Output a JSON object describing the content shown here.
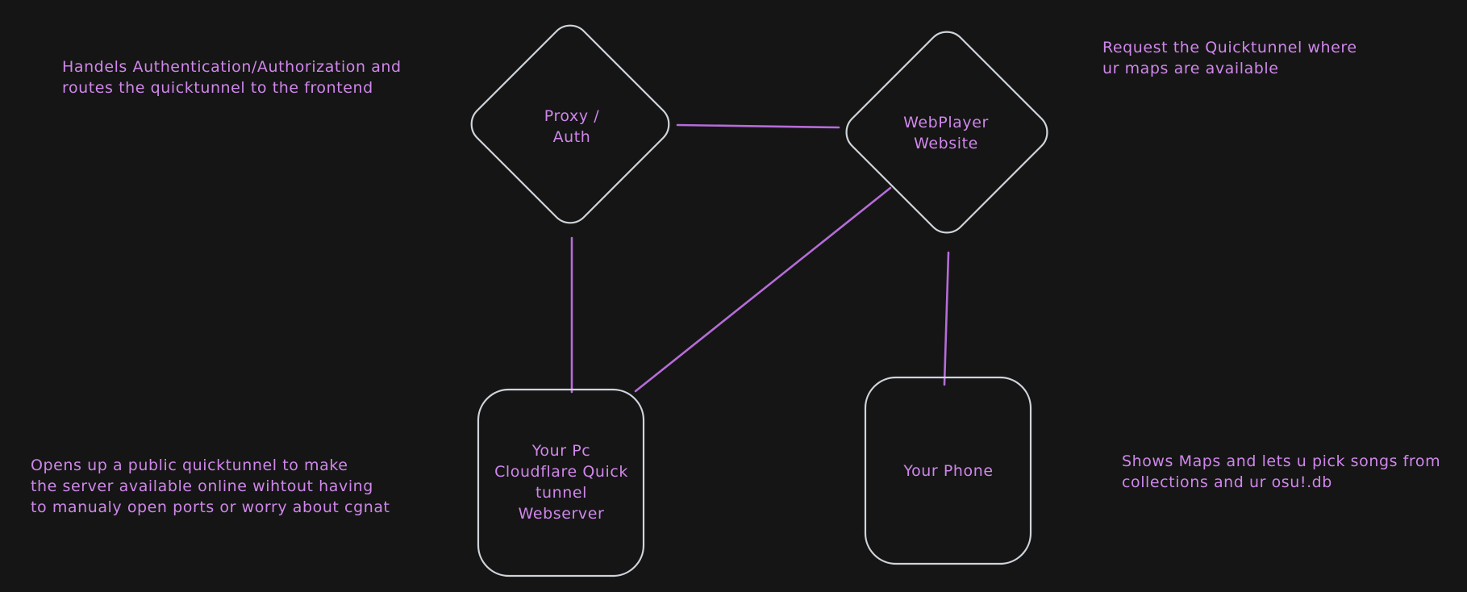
{
  "colors": {
    "background": "#151515",
    "shape_stroke": "#ced4da",
    "text": "#cf87ea",
    "connector": "#b66cd8"
  },
  "nodes": {
    "proxy_auth": {
      "shape": "diamond",
      "label_lines": [
        "Proxy /",
        "Auth"
      ]
    },
    "webplayer_website": {
      "shape": "diamond",
      "label_lines": [
        "WebPlayer",
        "Website"
      ]
    },
    "your_pc_webserver": {
      "shape": "rounded-rectangle",
      "label_lines": [
        "Your Pc",
        "Cloudflare Quick",
        "tunnel",
        "Webserver"
      ]
    },
    "your_phone": {
      "shape": "rounded-rectangle",
      "label_lines": [
        "Your Phone"
      ]
    }
  },
  "annotations": {
    "top_left": {
      "lines": [
        "Handels Authentication/Authorization and",
        "routes the quicktunnel to the frontend"
      ]
    },
    "top_right": {
      "lines": [
        "Request the Quicktunnel where",
        "ur maps are available"
      ]
    },
    "bottom_left": {
      "lines": [
        "Opens up a public quicktunnel to make",
        "the server available online wihtout having",
        "to manualy open ports or worry about cgnat"
      ]
    },
    "bottom_right": {
      "lines": [
        "Shows Maps and lets u pick songs from",
        "collections and ur osu!.db"
      ]
    }
  },
  "edges": [
    {
      "from": "proxy_auth",
      "to": "webplayer_website"
    },
    {
      "from": "proxy_auth",
      "to": "your_pc_webserver"
    },
    {
      "from": "webplayer_website",
      "to": "your_pc_webserver"
    },
    {
      "from": "webplayer_website",
      "to": "your_phone"
    }
  ]
}
